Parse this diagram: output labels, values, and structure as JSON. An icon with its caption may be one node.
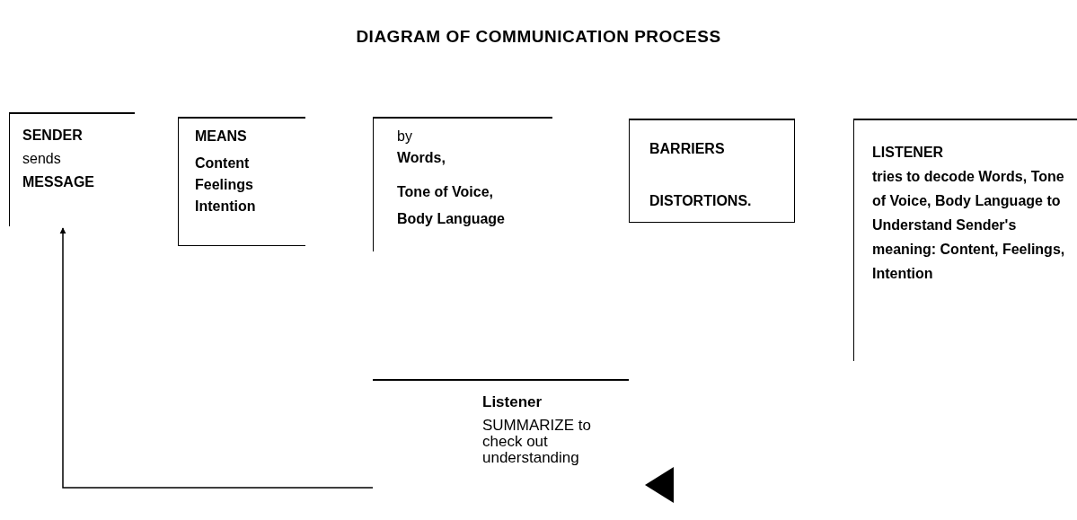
{
  "diagram": {
    "title": "DIAGRAM OF COMMUNICATION PROCESS",
    "nodes": [
      {
        "text": [
          "SENDER",
          "sends",
          "MESSAGE"
        ]
      },
      {
        "text": [
          "MEANS",
          "Content",
          "Feelings",
          "Intention"
        ]
      },
      {
        "text": [
          "by",
          "Words,",
          "Tone of Voice,",
          "Body Language"
        ]
      },
      {
        "text": [
          "BARRIERS",
          "DISTORTIONS."
        ]
      },
      {
        "text": [
          "LISTENER",
          "tries to decode Words, Tone of Voice, Body Language to Understand Sender's meaning: Content, Feelings, Intention"
        ]
      },
      {
        "text": [
          "Listener",
          "SUMMARIZE to check out understanding"
        ]
      }
    ],
    "edges": [
      {
        "from": 5,
        "to": 0,
        "arrow": "to"
      }
    ]
  }
}
